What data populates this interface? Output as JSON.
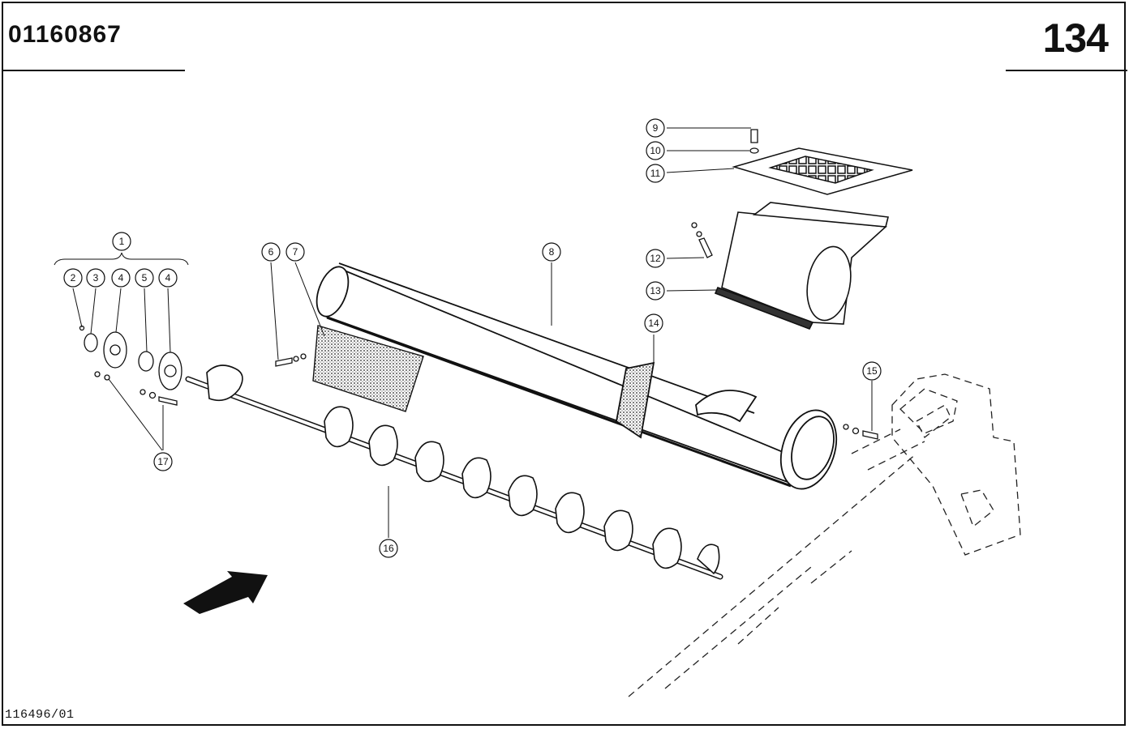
{
  "header": {
    "document_number": "01160867",
    "page_number": "134"
  },
  "footer": {
    "figure_code": "116496/01"
  },
  "callouts": [
    "1",
    "2",
    "3",
    "4",
    "5",
    "4",
    "6",
    "7",
    "8",
    "9",
    "10",
    "11",
    "12",
    "13",
    "14",
    "15",
    "16",
    "17"
  ]
}
